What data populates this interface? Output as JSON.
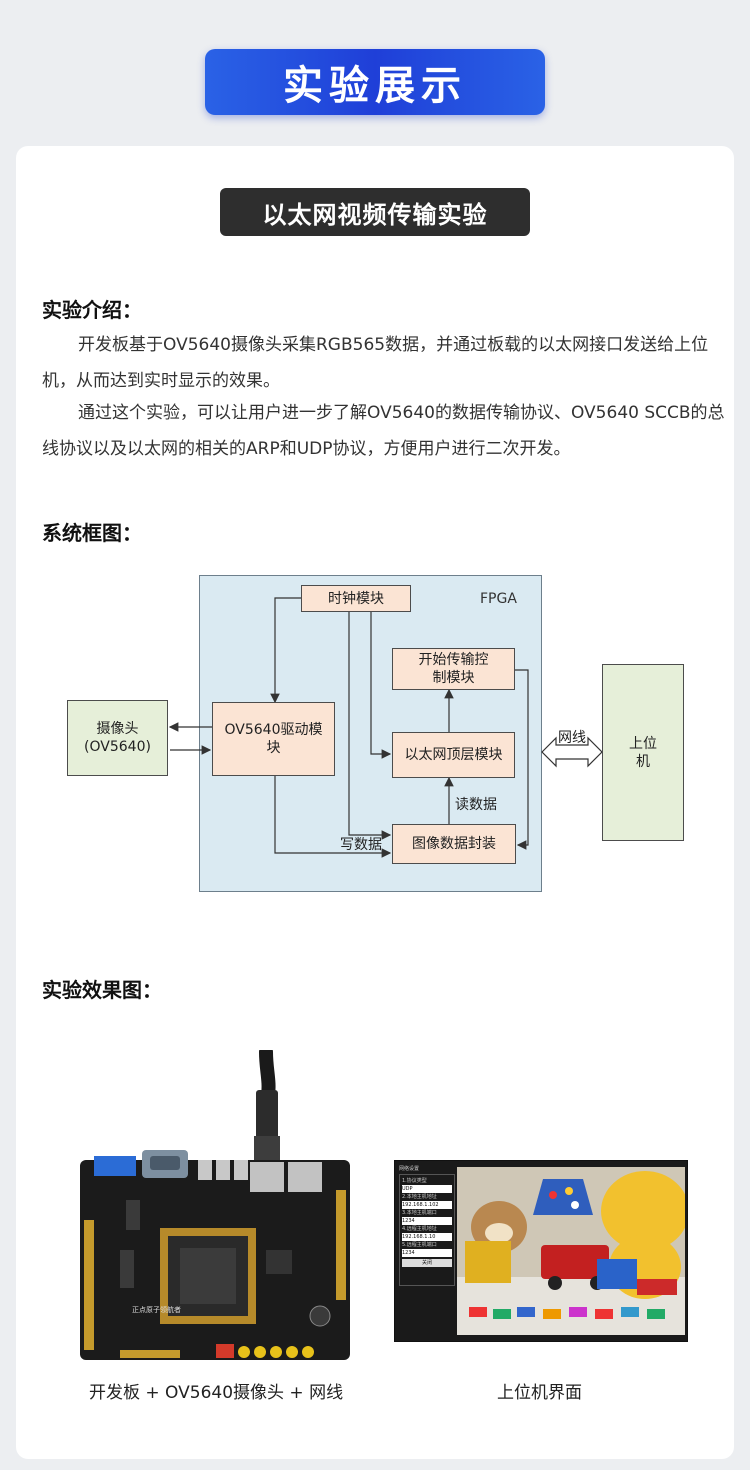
{
  "header": {
    "title": "实验展示"
  },
  "section": {
    "title": "以太网视频传输实验"
  },
  "intro": {
    "heading": "实验介绍：",
    "para1": "开发板基于OV5640摄像头采集RGB565数据，并通过板载的以太网接口发送给上位机，从而达到实时显示的效果。",
    "para2": "通过这个实验，可以让用户进一步了解OV5640的数据传输协议、OV5640 SCCB的总线协议以及以太网的相关的ARP和UDP协议，方便用户进行二次开发。"
  },
  "diagram": {
    "heading": "系统框图：",
    "fpga_label": "FPGA",
    "clock": "时钟模块",
    "start_ctrl": "开始传输控制模块",
    "camera": "摄像头(OV5640)",
    "driver": "OV5640驱动模块",
    "eth_top": "以太网顶层模块",
    "packer": "图像数据封装",
    "host": "上位机",
    "net_cable": "网线",
    "read_data": "读数据",
    "write_data": "写数据"
  },
  "results": {
    "heading": "实验效果图：",
    "board_caption": "开发板 + OV5640摄像头 + 网线",
    "host_caption": "上位机界面",
    "board_silk": "正点原子领航者",
    "host_ui": {
      "panel_title": "网络设置",
      "protocol_label": "1.协议类型",
      "protocol_value": "UDP",
      "local_ip_label": "2.本地主机地址",
      "local_ip": "192.168.1.102",
      "local_port_label": "3.本地主机端口",
      "local_port": "1234",
      "remote_ip_label": "4.远程主机地址",
      "remote_ip": "192.168.1.10",
      "remote_port_label": "5.远程主机端口",
      "remote_port": "1234",
      "close_button": "关闭"
    }
  }
}
